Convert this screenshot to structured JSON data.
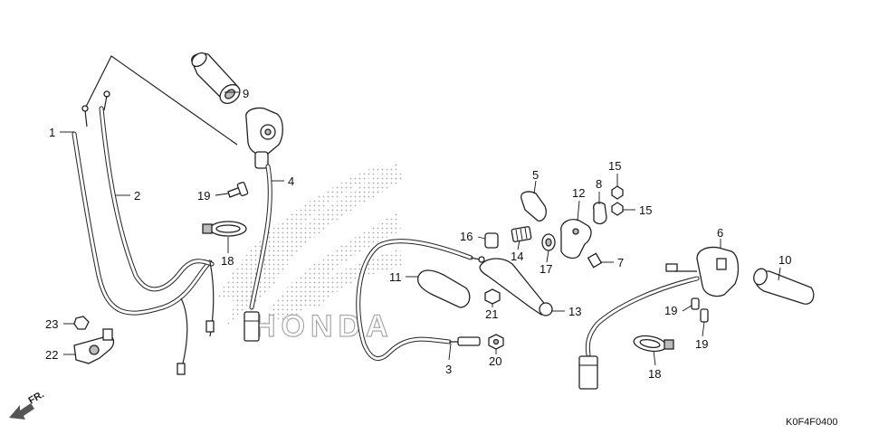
{
  "diagram": {
    "callouts": {
      "c1": "1",
      "c2": "2",
      "c3": "3",
      "c4": "4",
      "c5": "5",
      "c6": "6",
      "c7": "7",
      "c8": "8",
      "c9": "9",
      "c10": "10",
      "c11": "11",
      "c12": "12",
      "c13": "13",
      "c14": "14",
      "c15a": "15",
      "c15b": "15",
      "c16": "16",
      "c17": "17",
      "c18a": "18",
      "c18b": "18",
      "c19a": "19",
      "c19b": "19",
      "c19c": "19",
      "c20": "20",
      "c21": "21",
      "c22": "22",
      "c23": "23"
    },
    "front_marker": "FR.",
    "diagram_code": "K0F4F0400",
    "watermark_text": "HONDA",
    "colors": {
      "ink": "#222222",
      "watermark": "#9a9a9a"
    }
  }
}
